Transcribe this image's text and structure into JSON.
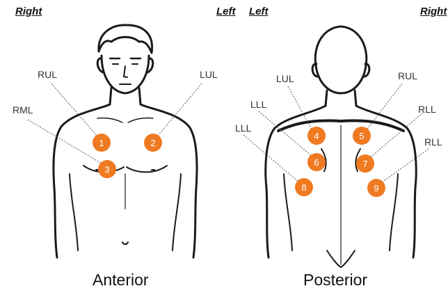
{
  "side_labels": {
    "anterior_right": "Right",
    "anterior_left": "Left",
    "posterior_left": "Left",
    "posterior_right": "Right"
  },
  "captions": {
    "anterior": "Anterior",
    "posterior": "Posterior"
  },
  "lobe_labels": {
    "a_rul": "RUL",
    "a_rml": "RML",
    "a_lul": "LUL",
    "p_lul": "LUL",
    "p_lll_1": "LLL",
    "p_lll_2": "LLL",
    "p_rul": "RUL",
    "p_rll_1": "RLL",
    "p_rll_2": "RLL"
  },
  "markers": {
    "m1": "1",
    "m2": "2",
    "m3": "3",
    "m4": "4",
    "m5": "5",
    "m6": "6",
    "m7": "7",
    "m8": "8",
    "m9": "9"
  },
  "colors": {
    "marker": "#ef7a22",
    "outline": "#1a1a1a",
    "leader": "#555555"
  }
}
